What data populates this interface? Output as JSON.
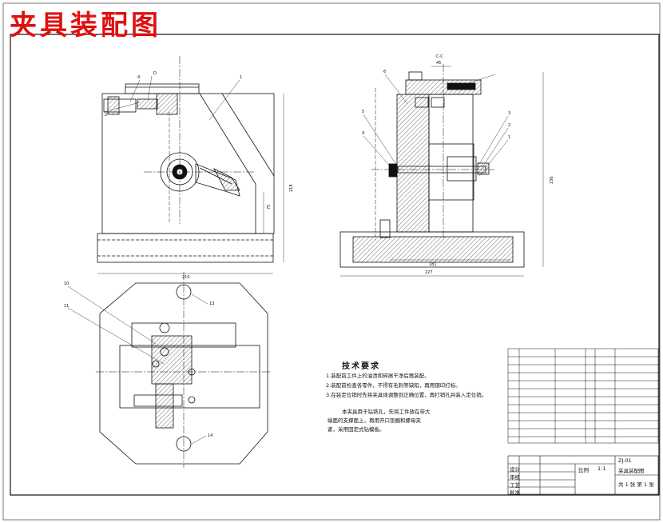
{
  "title": "夹具装配图",
  "section_label": "C-C",
  "dimensions": {
    "top_left_width": "210",
    "top_left_height": "218",
    "top_left_inner": "75",
    "top_right_width": "227",
    "top_right_inner": "181",
    "top_right_height": "236",
    "top_right_top": "45"
  },
  "balloons_left": [
    "4",
    "D",
    "2",
    "1"
  ],
  "balloons_right": [
    "6",
    "5",
    "4",
    "3",
    "2",
    "1"
  ],
  "balloons_bottom": [
    "10",
    "11",
    "13",
    "14"
  ],
  "tech": {
    "heading": "技术要求",
    "lines": [
      "1.装配前工件上的油渍和碎屑干净后再装配。",
      "2.装配前检查各零件，不得有毛刺等缺陷，再用钢印打标。",
      "3.在装定位销时先将夹具体调整到正确位置，再打销孔并装入定位销。"
    ],
    "para": [
      "本夹具用于钻铣孔，先将工件放在带大",
      "端面的支撑面上，再用开口垫圈和螺母夹",
      "紧，采用固定式钻模板。"
    ]
  },
  "titleblock": {
    "drawing_name": "夹具装配图",
    "drawing_no": "ZJ-01",
    "scale_label": "比例",
    "scale": "1:1",
    "designer_label": "设计",
    "checker_label": "审核",
    "process_label": "工艺",
    "approve_label": "批准",
    "sheet_label": "共 1 张 第 1 张"
  }
}
